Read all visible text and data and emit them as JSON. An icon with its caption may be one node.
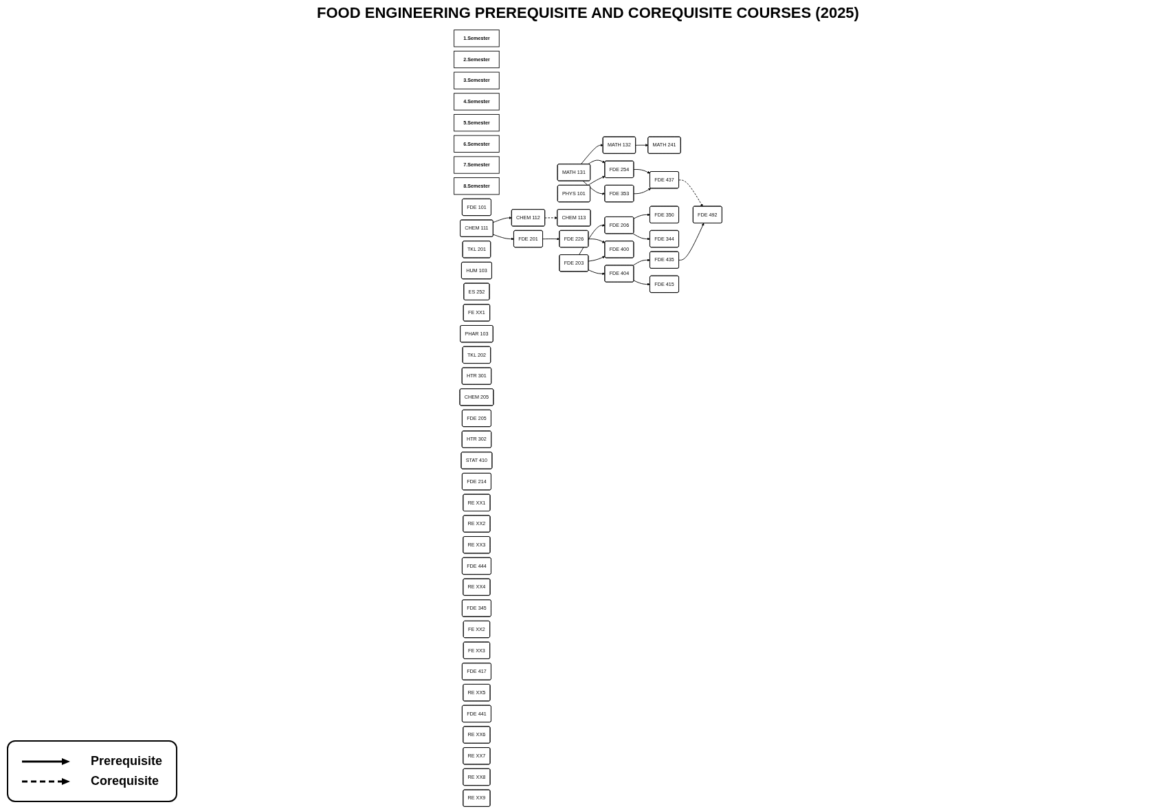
{
  "diagram": {
    "title": "FOOD ENGINEERING PREREQUISITE AND COREQUISITE COURSES (2025)",
    "nodes": [
      {
        "text": [
          "1.Semester"
        ]
      },
      {
        "text": [
          "2.Semester"
        ]
      },
      {
        "text": [
          "3.Semester"
        ]
      },
      {
        "text": [
          "4.Semester"
        ]
      },
      {
        "text": [
          "5.Semester"
        ]
      },
      {
        "text": [
          "6.Semester"
        ]
      },
      {
        "text": [
          "7.Semester"
        ]
      },
      {
        "text": [
          "8.Semester"
        ]
      },
      {
        "text": [
          "FDE 101"
        ]
      },
      {
        "text": [
          "CHEM 111"
        ]
      },
      {
        "text": [
          "TKL 201"
        ]
      },
      {
        "text": [
          "MATH 131"
        ]
      },
      {
        "text": [
          "PHYS 101"
        ]
      },
      {
        "text": [
          "HUM 103"
        ]
      },
      {
        "text": [
          "CHEM 112"
        ]
      },
      {
        "text": [
          "CHEM 113"
        ]
      },
      {
        "text": [
          "MATH 132"
        ]
      },
      {
        "text": [
          "ES 252"
        ]
      },
      {
        "text": [
          "FE XX1"
        ]
      },
      {
        "text": [
          "PHAR 103"
        ]
      },
      {
        "text": [
          "TKL 202"
        ]
      },
      {
        "text": [
          "HTR 301"
        ]
      },
      {
        "text": [
          "FDE 201"
        ]
      },
      {
        "text": [
          "CHEM 205"
        ]
      },
      {
        "text": [
          "MATH 241"
        ]
      },
      {
        "text": [
          "FDE 205"
        ]
      },
      {
        "text": [
          "FDE 203"
        ]
      },
      {
        "text": [
          "HTR 302"
        ]
      },
      {
        "text": [
          "STAT 410"
        ]
      },
      {
        "text": [
          "FDE 254"
        ]
      },
      {
        "text": [
          "FDE 214"
        ]
      },
      {
        "text": [
          "FDE 206"
        ]
      },
      {
        "text": [
          "RE XX1"
        ]
      },
      {
        "text": [
          "FDE 226"
        ]
      },
      {
        "text": [
          "FDE 353"
        ]
      },
      {
        "text": [
          "RE XX2"
        ]
      },
      {
        "text": [
          "RE XX3"
        ]
      },
      {
        "text": [
          "FDE 400"
        ]
      },
      {
        "text": [
          "FDE 444"
        ]
      },
      {
        "text": [
          "RE XX4"
        ]
      },
      {
        "text": [
          "FDE 437"
        ]
      },
      {
        "text": [
          "FDE 345"
        ]
      },
      {
        "text": [
          "FDE 350"
        ]
      },
      {
        "text": [
          "FDE 344"
        ]
      },
      {
        "text": [
          "FDE 404"
        ]
      },
      {
        "text": [
          "FE XX2"
        ]
      },
      {
        "text": [
          "FE XX3"
        ]
      },
      {
        "text": [
          "FDE 417"
        ]
      },
      {
        "text": [
          "RE XX5"
        ]
      },
      {
        "text": [
          "FDE 435"
        ]
      },
      {
        "text": [
          "FDE 415"
        ]
      },
      {
        "text": [
          "FDE 441"
        ]
      },
      {
        "text": [
          "RE XX6"
        ]
      },
      {
        "text": [
          "RE XX7"
        ]
      },
      {
        "text": [
          "RE XX8"
        ]
      },
      {
        "text": [
          "RE XX9"
        ]
      },
      {
        "text": [
          "FDE 492"
        ]
      }
    ],
    "edges": [
      {
        "from": 9,
        "to": 14,
        "arrow": "to"
      },
      {
        "from": 9,
        "to": 22,
        "arrow": "to"
      },
      {
        "from": 14,
        "to": 15,
        "arrow": "to",
        "style": "dashed"
      },
      {
        "from": 22,
        "to": 33,
        "arrow": "to"
      },
      {
        "from": 11,
        "to": 34,
        "arrow": "to"
      },
      {
        "from": 11,
        "to": 29,
        "arrow": "to"
      },
      {
        "from": 11,
        "to": 16,
        "arrow": "to"
      },
      {
        "from": 16,
        "to": 24,
        "arrow": "to"
      },
      {
        "from": 12,
        "to": 29,
        "arrow": "to"
      },
      {
        "from": 29,
        "to": 40,
        "arrow": "to"
      },
      {
        "from": 34,
        "to": 40,
        "arrow": "to"
      },
      {
        "from": 33,
        "to": 37,
        "arrow": "to"
      },
      {
        "from": 40,
        "to": 56,
        "arrow": "to",
        "style": "dashed"
      },
      {
        "from": 26,
        "to": 31,
        "arrow": "to"
      },
      {
        "from": 31,
        "to": 42,
        "arrow": "to"
      },
      {
        "from": 31,
        "to": 43,
        "arrow": "to"
      },
      {
        "from": 26,
        "to": 37,
        "arrow": "to"
      },
      {
        "from": 26,
        "to": 44,
        "arrow": "to"
      },
      {
        "from": 44,
        "to": 49,
        "arrow": "to"
      },
      {
        "from": 44,
        "to": 50,
        "arrow": "to"
      },
      {
        "from": 49,
        "to": 56,
        "arrow": "to"
      }
    ],
    "legend": [
      {
        "text": "Prerequisite"
      },
      {
        "text": "Corequisite"
      }
    ]
  }
}
